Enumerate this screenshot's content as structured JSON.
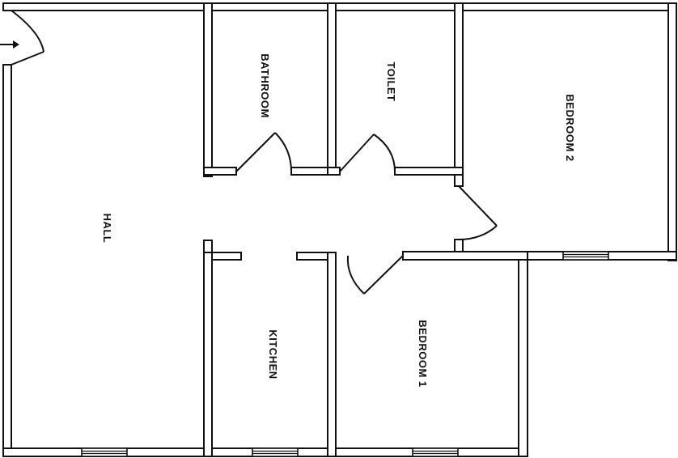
{
  "plan": {
    "rooms": {
      "hall": "HALL",
      "bathroom": "BATHROOM",
      "toilet": "TOILET",
      "bedroom_2": "BEDROOM 2",
      "kitchen": "KITCHEN",
      "bedroom_1": "BEDROOM 1"
    },
    "colors": {
      "line": "#111111",
      "background": "#ffffff"
    },
    "icons": {
      "entrance": "arrow-right-icon"
    }
  }
}
